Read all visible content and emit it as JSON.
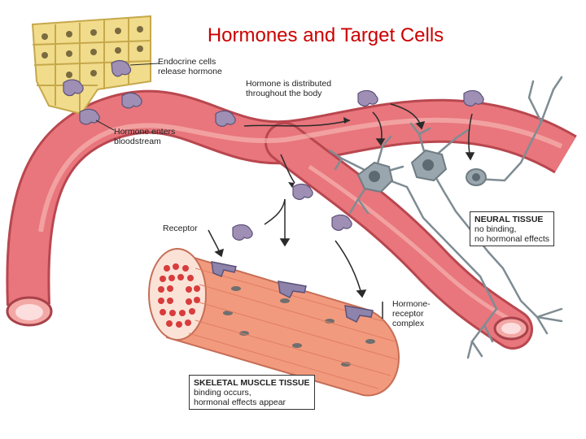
{
  "title": "Hormones and Target Cells",
  "labels": {
    "endocrine": [
      "Endocrine cells",
      "release hormone"
    ],
    "distributed": [
      "Hormone is distributed",
      "throughout the body"
    ],
    "enters": [
      "Hormone enters",
      "bloodstream"
    ],
    "receptor": "Receptor",
    "complex": [
      "Hormone-",
      "receptor",
      "complex"
    ]
  },
  "neural_box": {
    "heading": "NEURAL TISSUE",
    "lines": [
      "no binding,",
      "no hormonal effects"
    ]
  },
  "muscle_box": {
    "heading": "SKELETAL MUSCLE TISSUE",
    "lines": [
      "binding occurs,",
      "hormonal effects appear"
    ]
  },
  "colors": {
    "title": "#cc0000",
    "vessel": "#e8767c",
    "vessel_dark": "#b9474f",
    "muscle": "#f29a7e",
    "hormone": "#9f8fb5",
    "neuron": "#9aa6ad",
    "endocrine": "#f1dc8c"
  }
}
